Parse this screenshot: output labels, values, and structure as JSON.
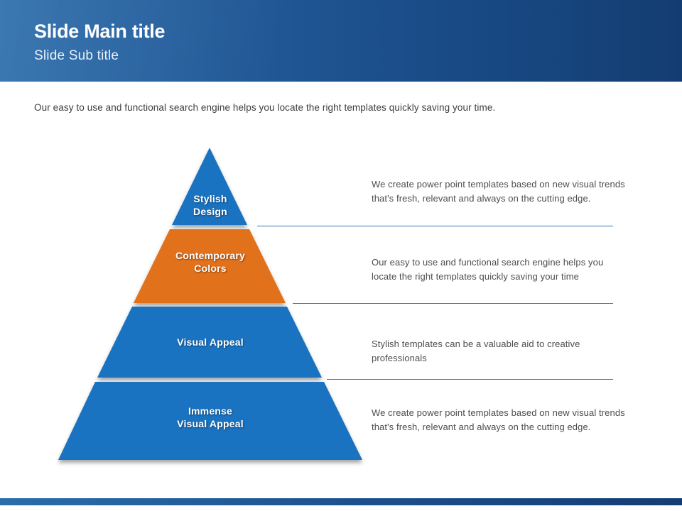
{
  "slide": {
    "title": "Slide Main title",
    "subtitle": "Slide Sub title",
    "intro": "Our easy to use and functional search engine helps you locate the right templates quickly saving your time."
  },
  "pyramid": {
    "levels": [
      {
        "id": "stylish-design",
        "label": "Stylish\nDesign",
        "color": "#1a73c1",
        "description": "We create power point templates based on new visual trends that's fresh, relevant and always on the cutting edge."
      },
      {
        "id": "contemporary-colors",
        "label": "Contemporary\nColors",
        "color": "#e2711c",
        "description": "Our easy to use and functional search engine helps you locate the right templates quickly saving your time"
      },
      {
        "id": "visual-appeal",
        "label": "Visual Appeal",
        "color": "#1a73c1",
        "description": "Stylish templates can be a valuable aid to creative professionals"
      },
      {
        "id": "immense-visual-appeal",
        "label": "Immense\nVisual Appeal",
        "color": "#1a73c1",
        "description": "We create power point templates based on new visual trends that's fresh, relevant and always on the cutting edge."
      }
    ]
  },
  "colors": {
    "header_gradient_start": "#2b6cab",
    "header_gradient_end": "#133d72",
    "level_blue": "#1a73c1",
    "level_orange": "#e2711c",
    "separator": "#2d74b5",
    "body_text": "#4d4d4d"
  }
}
